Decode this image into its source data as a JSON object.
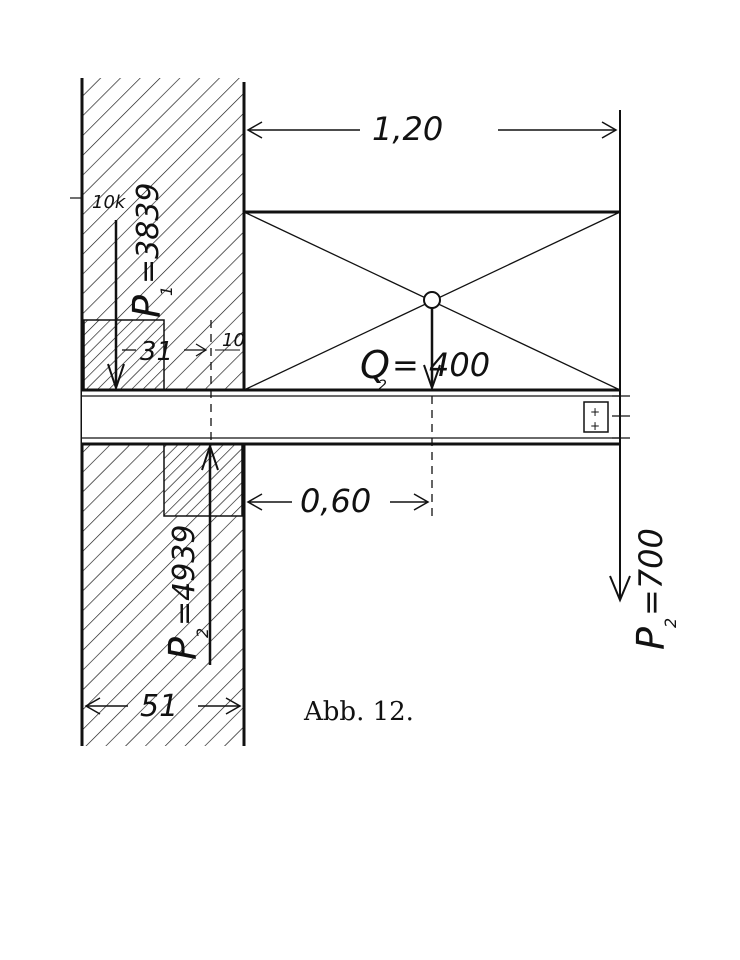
{
  "figure": {
    "caption": "Abb. 12.",
    "dimensions": {
      "span_total": "1,20",
      "load_distance": "0,60",
      "wall_thickness": "51",
      "bearing_length": "31",
      "edge_offset_top": "10",
      "edge_offset_right": "10",
      "top_small_label": "10k"
    },
    "forces": {
      "p1_label": "P",
      "p1_sub": "1",
      "p1_value": "=3839",
      "p2_label": "P",
      "p2_sub": "2",
      "p2_value": "=4939",
      "p_label": "P",
      "p_sub": "2",
      "p_value": "=700",
      "q_label": "Q",
      "q_sub": "2",
      "q_value": "= 400"
    }
  }
}
